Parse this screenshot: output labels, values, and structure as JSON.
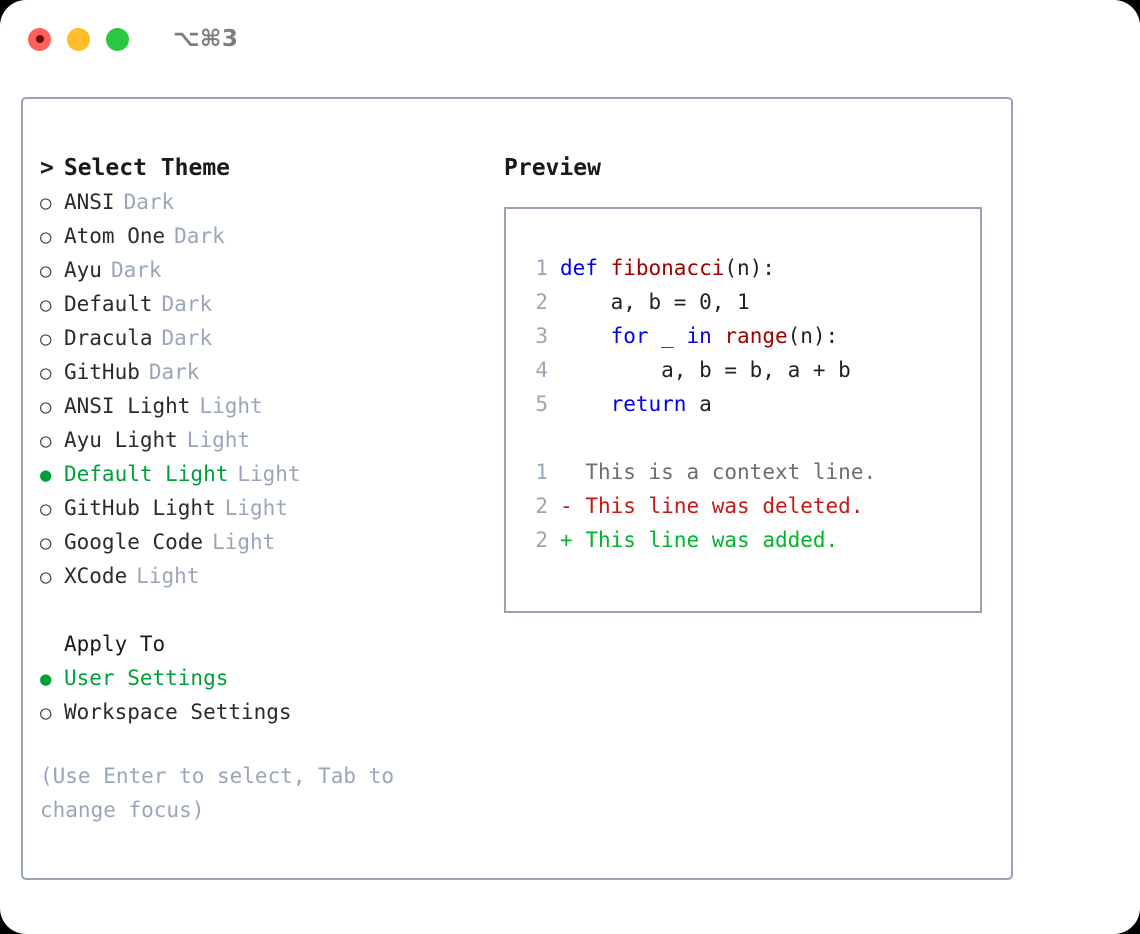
{
  "titlebar": {
    "shortcut": "⌥⌘3",
    "buttons": [
      {
        "name": "close",
        "color": "#ff605c"
      },
      {
        "name": "minimize",
        "color": "#ffbd2e"
      },
      {
        "name": "maximize",
        "color": "#28c840"
      }
    ]
  },
  "colors": {
    "accent_green": "#00a038",
    "border": "#97a3b4",
    "muted": "#9aa6b8",
    "keyword_blue": "#0000ee",
    "function_red": "#a00000",
    "diff_add": "#00b52b",
    "diff_del": "#c41a16",
    "diff_ctx": "#6e6e6e"
  },
  "theme_picker": {
    "heading": "Select Theme",
    "caret": ">",
    "bullet_unselected": "○",
    "bullet_selected": "●",
    "items": [
      {
        "label": "ANSI",
        "tag": "Dark",
        "selected": false
      },
      {
        "label": "Atom One",
        "tag": "Dark",
        "selected": false
      },
      {
        "label": "Ayu",
        "tag": "Dark",
        "selected": false
      },
      {
        "label": "Default",
        "tag": "Dark",
        "selected": false
      },
      {
        "label": "Dracula",
        "tag": "Dark",
        "selected": false
      },
      {
        "label": "GitHub",
        "tag": "Dark",
        "selected": false
      },
      {
        "label": "ANSI Light",
        "tag": "Light",
        "selected": false
      },
      {
        "label": "Ayu Light",
        "tag": "Light",
        "selected": false
      },
      {
        "label": "Default Light",
        "tag": "Light",
        "selected": true
      },
      {
        "label": "GitHub Light",
        "tag": "Light",
        "selected": false
      },
      {
        "label": "Google Code",
        "tag": "Light",
        "selected": false
      },
      {
        "label": "XCode",
        "tag": "Light",
        "selected": false
      }
    ]
  },
  "apply_to": {
    "heading": "Apply To",
    "items": [
      {
        "label": "User Settings",
        "selected": true
      },
      {
        "label": "Workspace Settings",
        "selected": false
      }
    ]
  },
  "hint": "(Use Enter to select, Tab to change focus)",
  "preview": {
    "title": "Preview",
    "code": [
      {
        "num": "1",
        "tokens": [
          {
            "t": "def ",
            "c": "kw"
          },
          {
            "t": "fibonacci",
            "c": "fn"
          },
          {
            "t": "(n):",
            "c": "plain"
          }
        ]
      },
      {
        "num": "2",
        "tokens": [
          {
            "t": "    a, b = 0, 1",
            "c": "plain"
          }
        ]
      },
      {
        "num": "3",
        "tokens": [
          {
            "t": "    ",
            "c": "plain"
          },
          {
            "t": "for",
            "c": "kw"
          },
          {
            "t": " _ ",
            "c": "plain"
          },
          {
            "t": "in",
            "c": "kw"
          },
          {
            "t": " ",
            "c": "plain"
          },
          {
            "t": "range",
            "c": "fn"
          },
          {
            "t": "(n):",
            "c": "plain"
          }
        ]
      },
      {
        "num": "4",
        "tokens": [
          {
            "t": "        a, b = b, a + b",
            "c": "plain"
          }
        ]
      },
      {
        "num": "5",
        "tokens": [
          {
            "t": "    ",
            "c": "plain"
          },
          {
            "t": "return",
            "c": "kw"
          },
          {
            "t": " a",
            "c": "plain"
          }
        ]
      }
    ],
    "diff": [
      {
        "num": "1",
        "marker": " ",
        "text": "This is a context line.",
        "kind": "ctx"
      },
      {
        "num": "2",
        "marker": "-",
        "text": "This line was deleted.",
        "kind": "del"
      },
      {
        "num": "2",
        "marker": "+",
        "text": "This line was added.",
        "kind": "add"
      }
    ]
  }
}
